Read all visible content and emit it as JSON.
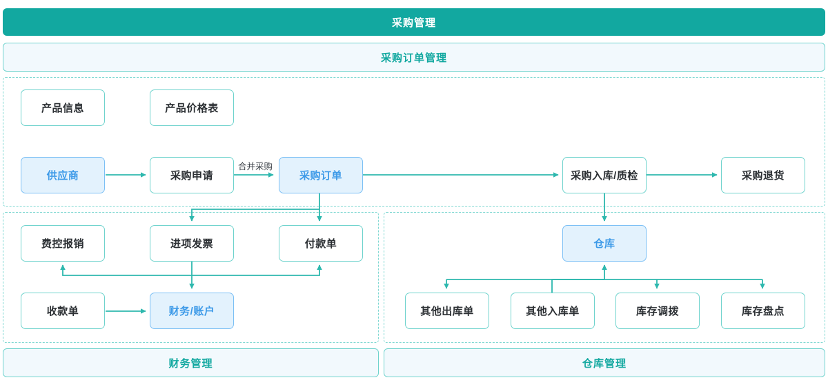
{
  "header": {
    "title": "采购管理"
  },
  "banners": {
    "order": "采购订单管理",
    "finance": "财务管理",
    "warehouse": "仓库管理"
  },
  "nodes": {
    "product_info": "产品信息",
    "product_price": "产品价格表",
    "supplier": "供应商",
    "purchase_request": "采购申请",
    "purchase_order": "采购订单",
    "purchase_in_qc": "采购入库/质检",
    "purchase_return": "采购退货",
    "expense_claim": "费控报销",
    "input_invoice": "进项发票",
    "payment_voucher": "付款单",
    "receipt_voucher": "收款单",
    "finance_account": "财务/账户",
    "warehouse": "仓库",
    "other_outbound": "其他出库单",
    "other_inbound": "其他入库单",
    "stock_transfer": "库存调拨",
    "stock_count": "库存盘点"
  },
  "edge_labels": {
    "merge_purchase": "合并采购"
  },
  "colors": {
    "header_bg": "#12a8a0",
    "header_text": "#ffffff",
    "banner_bg": "#f2f9fd",
    "banner_text": "#12a8a0",
    "node_border": "#6fd3cd",
    "node_text": "#2b2f33",
    "accent_bg": "#e3f2fd",
    "accent_border": "#7cc0f5",
    "accent_text": "#3d9ae8",
    "connector": "#2eb8ae",
    "panel_border": "#7fd8d2"
  }
}
